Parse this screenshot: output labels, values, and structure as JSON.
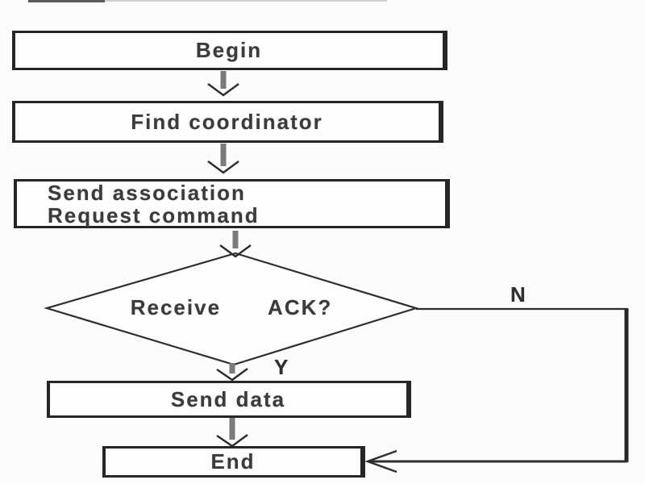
{
  "flowchart": {
    "nodes": {
      "begin": {
        "label": "Begin"
      },
      "find_coordinator": {
        "label": "Find coordinator"
      },
      "send_association": {
        "line1": "Send association",
        "line2": "Request command"
      },
      "decision": {
        "word1": "Receive",
        "word2": "ACK?"
      },
      "send_data": {
        "label": "Send data"
      },
      "end": {
        "label": "End"
      }
    },
    "branch_labels": {
      "yes": "Y",
      "no": "N"
    },
    "colors": {
      "line": "#2e2e2e",
      "arrow_shaft": "#7b7b7b",
      "text": "#3b3b3b",
      "background": "#fcfcfc"
    }
  }
}
